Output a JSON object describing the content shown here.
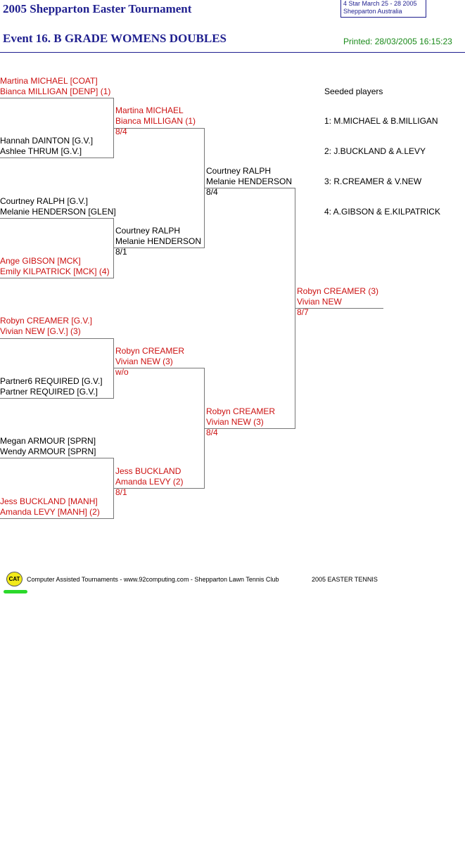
{
  "header": {
    "tournament_title": "2005 Shepparton Easter Tournament",
    "event_title": "Event 16. B GRADE WOMENS DOUBLES",
    "info_line1": "4 Star   March 25 - 28 2005",
    "info_line2": "Shepparton    Australia",
    "printed": "Printed: 28/03/2005 16:15:23"
  },
  "round1": [
    {
      "p1": "Martina MICHAEL [COAT]",
      "p2": "Bianca MILLIGAN [DENP] (1)"
    },
    {
      "p1": "Hannah DAINTON [G.V.]",
      "p2": "Ashlee THRUM [G.V.]"
    },
    {
      "p1": "Courtney RALPH [G.V.]",
      "p2": "Melanie HENDERSON [GLEN]"
    },
    {
      "p1": "Ange GIBSON [MCK]",
      "p2": "Emily KILPATRICK [MCK] (4)"
    },
    {
      "p1": "Robyn CREAMER [G.V.]",
      "p2": "Vivian NEW [G.V.] (3)"
    },
    {
      "p1": "Partner6 REQUIRED [G.V.]",
      "p2": "Partner REQUIRED [G.V.]"
    },
    {
      "p1": "Megan ARMOUR [SPRN]",
      "p2": "Wendy ARMOUR [SPRN]"
    },
    {
      "p1": "Jess BUCKLAND [MANH]",
      "p2": "Amanda LEVY [MANH] (2)"
    }
  ],
  "round2": [
    {
      "p1": "Martina MICHAEL",
      "p2": "Bianca MILLIGAN (1)",
      "score": "8/4"
    },
    {
      "p1": "Courtney RALPH",
      "p2": "Melanie HENDERSON",
      "score": "8/1"
    },
    {
      "p1": "Robyn CREAMER",
      "p2": "Vivian NEW (3)",
      "score": "w/o"
    },
    {
      "p1": "Jess BUCKLAND",
      "p2": "Amanda LEVY (2)",
      "score": "8/1"
    }
  ],
  "semis": [
    {
      "p1": "Courtney RALPH",
      "p2": "Melanie HENDERSON",
      "score": "8/4"
    },
    {
      "p1": "Robyn CREAMER",
      "p2": "Vivian NEW (3)",
      "score": "8/4"
    }
  ],
  "final": {
    "p1": "Robyn CREAMER (3)",
    "p2": "Vivian NEW",
    "score": "8/7"
  },
  "seeds": {
    "heading": "Seeded players",
    "list": [
      "1: M.MICHAEL & B.MILLIGAN",
      "2: J.BUCKLAND & A.LEVY",
      "3: R.CREAMER & V.NEW",
      "4: A.GIBSON & E.KILPATRICK"
    ]
  },
  "footer": {
    "logo_text": "CAT",
    "credit": "Computer Assisted Tournaments - www.92computing.com -   Shepparton Lawn Tennis Club",
    "event_name": "2005 EASTER TENNIS"
  },
  "colors": {
    "title": "#1f1f8f",
    "winner": "#cc1111",
    "printed": "#1a8a1a",
    "lines": "#777777"
  }
}
